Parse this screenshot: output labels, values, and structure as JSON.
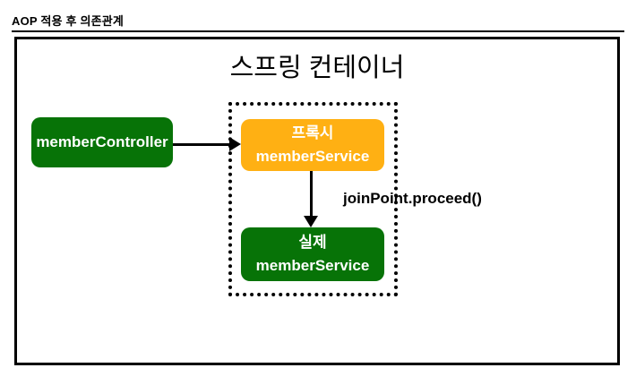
{
  "page": {
    "title": "AOP 적용 후 의존관계"
  },
  "container": {
    "title": "스프링 컨테이너"
  },
  "nodes": {
    "controller": {
      "label": "memberController",
      "color": "#077307"
    },
    "proxy": {
      "line1": "프록시",
      "line2": "memberService",
      "color": "#ffb013"
    },
    "real": {
      "line1": "실제",
      "line2": "memberService",
      "color": "#077307"
    }
  },
  "edges": {
    "controller_to_proxy": "memberController -> 프록시 memberService",
    "proxy_to_real_label": "joinPoint.proceed()"
  },
  "colors": {
    "node_green": "#077307",
    "node_orange": "#ffb013",
    "node_text": "#ffffff",
    "line": "#000000",
    "background": "#ffffff"
  }
}
